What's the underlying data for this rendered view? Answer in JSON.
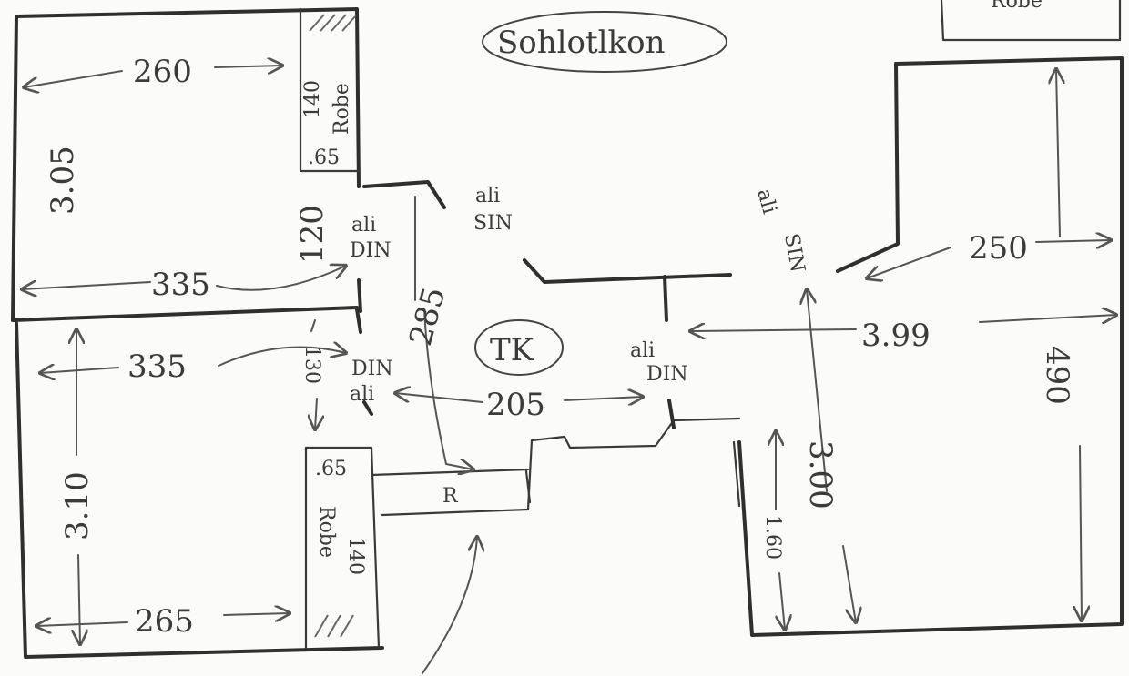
{
  "title": "Sohlotlkon",
  "center_label": "TK",
  "corner_label": "Robe",
  "rooms": {
    "top_left": {
      "width": "260",
      "height": "3.05",
      "wall": "335",
      "robe": {
        "width": "140",
        "word": "Robe",
        "depth": ".65"
      }
    },
    "bottom_left": {
      "width": "335",
      "height": "3.10",
      "bottom": "265",
      "robe": {
        "depth": ".65",
        "word": "Robe",
        "width": "140"
      }
    },
    "right": {
      "width": "250",
      "depth": "3.99",
      "height": "490",
      "inner": "3.00",
      "small": "1.60"
    }
  },
  "hall": {
    "width": "205",
    "diag": "285",
    "r_label": "R",
    "gap_120": "120",
    "gap_130": "130"
  },
  "doors": [
    {
      "line1": "ali",
      "line2": "SIN"
    },
    {
      "line1": "ali",
      "line2": "DIN"
    },
    {
      "line1": "DIN",
      "line2": "ali"
    },
    {
      "line1": "ali",
      "line2": "DIN"
    },
    {
      "line1": "ali",
      "line2": "SIN"
    }
  ]
}
